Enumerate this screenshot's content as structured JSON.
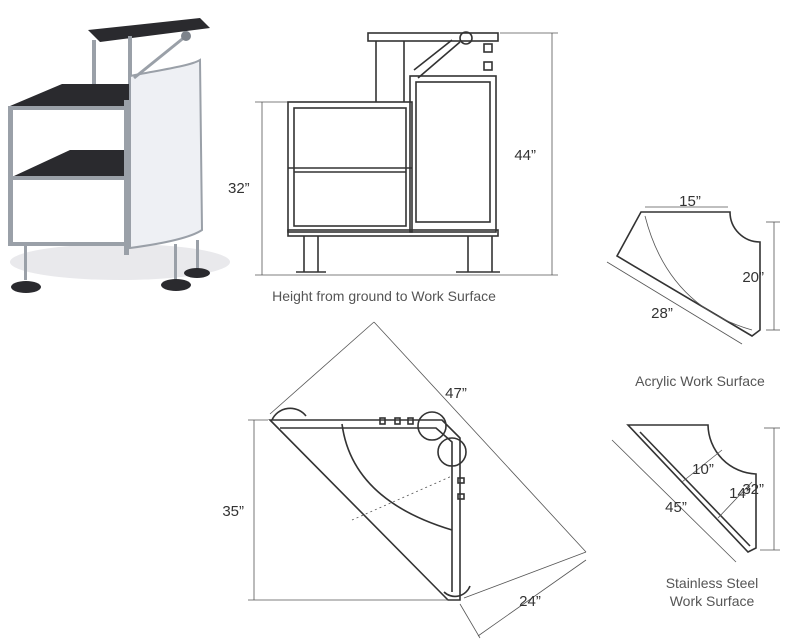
{
  "photo": {
    "icon": "corner-bar-station-photo"
  },
  "side_view": {
    "height_work_surface": "32”",
    "total_height": "44”",
    "caption": "Height from ground to Work Surface"
  },
  "acrylic_surface": {
    "width": "15”",
    "depth": "20”",
    "diagonal": "28”",
    "caption": "Acrylic Work Surface"
  },
  "top_view": {
    "diagonal": "47”",
    "height": "35”",
    "side": "24”"
  },
  "steel_surface": {
    "inner_a": "10”",
    "inner_b": "14”",
    "diagonal": "45”",
    "depth": "32”",
    "caption_line1": "Stainless Steel",
    "caption_line2": "Work Surface"
  },
  "colors": {
    "line": "#333333",
    "frame_chrome": "#9aa0a8",
    "shelf_black": "#2a2a2e",
    "panel_white": "#eef0f4"
  }
}
